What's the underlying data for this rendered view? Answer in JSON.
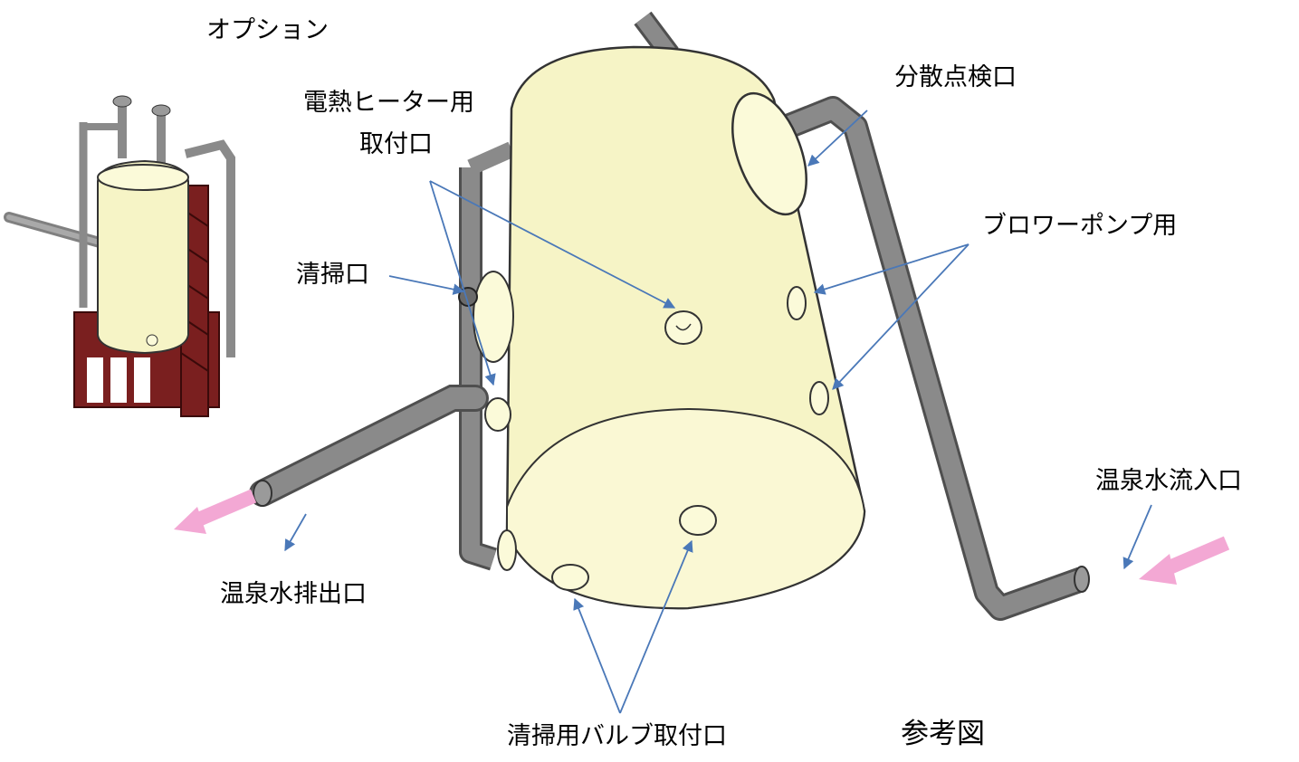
{
  "labels": {
    "option": "オプション",
    "heater_port_line1": "電熱ヒーター用",
    "heater_port_line2": "取付口",
    "cleaning_port": "清掃口",
    "dispersion_inspection_port": "分散点検口",
    "blower_pump": "ブロワーポンプ用",
    "hot_spring_inlet": "温泉水流入口",
    "hot_spring_outlet": "温泉水排出口",
    "cleaning_valve_port": "清掃用バルブ取付口",
    "reference_figure": "参考図"
  },
  "colors": {
    "tank_fill": "#f6f4c6",
    "tank_shade": "#e6e3ae",
    "pipe": "#7d7d7d",
    "pipe_dark": "#4f4f4f",
    "frame": "#7a1f1f",
    "arrow": "#4a78b8",
    "flow_arrow": "#f3a8d4"
  }
}
